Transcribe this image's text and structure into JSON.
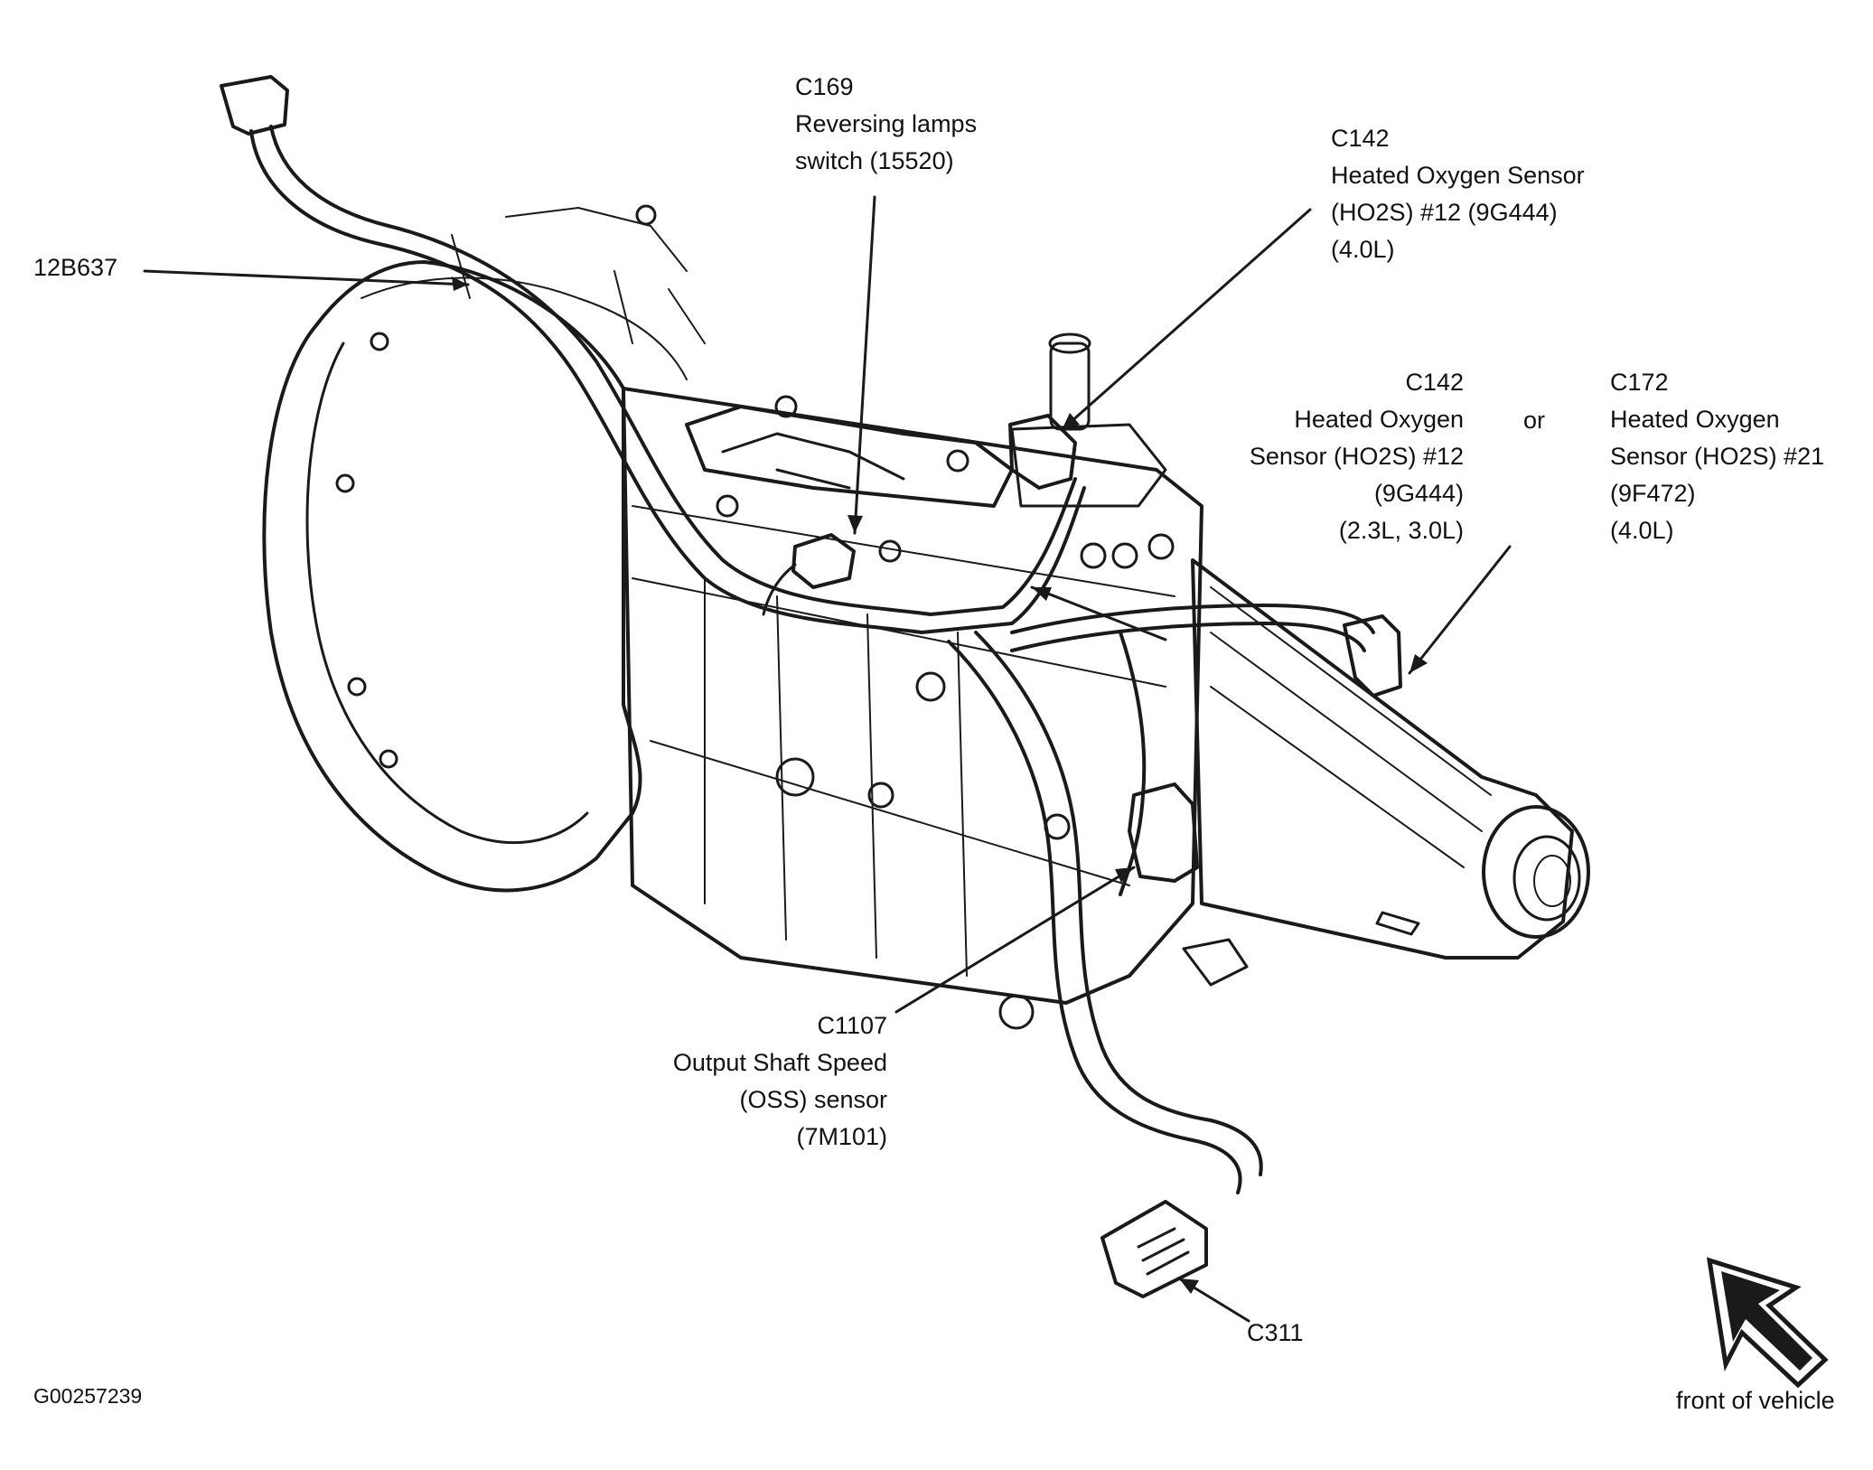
{
  "labels": {
    "harness": [
      "12B637"
    ],
    "c169": [
      "C169",
      "Reversing lamps",
      "switch (15520)"
    ],
    "c142_top": [
      "C142",
      "Heated Oxygen Sensor",
      "(HO2S) #12 (9G444)",
      "(4.0L)"
    ],
    "c142_mid": [
      "C142",
      "Heated Oxygen",
      "Sensor (HO2S) #12",
      "(9G444)",
      "(2.3L, 3.0L)"
    ],
    "or": [
      "or"
    ],
    "c172": [
      "C172",
      "Heated Oxygen",
      "Sensor (HO2S) #21",
      "(9F472)",
      "(4.0L)"
    ],
    "c1107": [
      "C1107",
      "Output Shaft Speed",
      "(OSS) sensor",
      "(7M101)"
    ],
    "c311": [
      "C311"
    ],
    "front": [
      "front of vehicle"
    ],
    "figure_id": [
      "G00257239"
    ]
  },
  "icons": {
    "direction": "arrow-up-left-icon"
  },
  "colors": {
    "ink": "#1a1a1a",
    "background": "#ffffff"
  }
}
